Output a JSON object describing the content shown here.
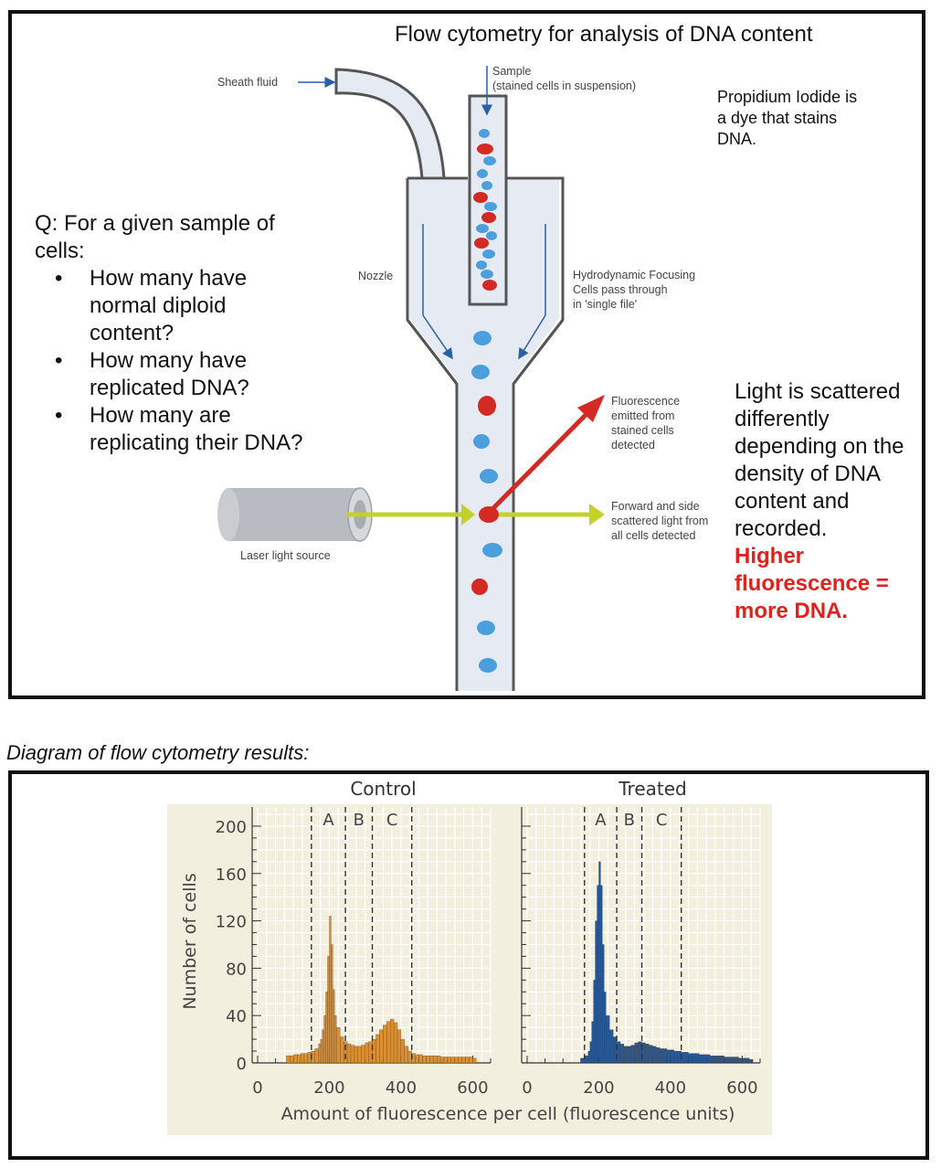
{
  "diagram": {
    "title": "Flow cytometry for analysis of DNA content",
    "labels": {
      "sheath_fluid": "Sheath fluid",
      "sample_line1": "Sample",
      "sample_line2": "(stained cells in suspension)",
      "nozzle": "Nozzle",
      "hydro_line1": "Hydrodynamic Focusing",
      "hydro_line2": "Cells pass through",
      "hydro_line3": "in 'single file'",
      "fluor_line1": "Fluorescence",
      "fluor_line2": "emitted from",
      "fluor_line3": "stained cells",
      "fluor_line4": "detected",
      "scatter_line1": "Forward and side",
      "scatter_line2": "scattered light from",
      "scatter_line3": "all cells detected",
      "laser": "Laser light source"
    },
    "question": {
      "lead_line1": "Q: For a given sample of",
      "lead_line2": "cells:",
      "items": [
        {
          "line1": "How many have",
          "line2": "normal diploid",
          "line3": "content?"
        },
        {
          "line1": "How many have",
          "line2": "replicated DNA?"
        },
        {
          "line1": "How many are",
          "line2": "replicating their DNA?"
        }
      ]
    },
    "note": {
      "line1": "Propidium Iodide is",
      "line2": "a dye that stains",
      "line3": "DNA."
    },
    "light_text": {
      "line1": "Light is scattered",
      "line2": "differently",
      "line3": "depending on the",
      "line4": "density of DNA",
      "line5": "content and",
      "line6": "recorded.",
      "red_line1": "Higher",
      "red_line2": "fluorescence =",
      "red_line3": "more DNA."
    },
    "colors": {
      "blue_cell": "#4a9fdc",
      "red_cell": "#d42a24",
      "tube_fill": "#e6ebf3",
      "tube_stroke": "#555555",
      "laser_beam": "#c3d12c",
      "fluorescence_arrow": "#d42a24",
      "laser_body": "#b8bcc2"
    }
  },
  "results_caption": "Diagram of flow cytometry results:",
  "chart_data": [
    {
      "type": "bar",
      "title": "Control",
      "xlabel": "Amount of fluorescence per cell (fluorescence units)",
      "ylabel": "Number of cells",
      "xlim": [
        0,
        650
      ],
      "ylim": [
        0,
        210
      ],
      "x_ticks": [
        0,
        200,
        400,
        600
      ],
      "y_ticks": [
        0,
        40,
        80,
        120,
        160,
        200
      ],
      "grid": true,
      "bar_color": "#d98a2b",
      "gate_lines": [
        150,
        245,
        320,
        430
      ],
      "regions": [
        "A",
        "B",
        "C"
      ],
      "x": [
        80,
        90,
        100,
        110,
        120,
        130,
        140,
        150,
        160,
        170,
        175,
        180,
        185,
        190,
        195,
        200,
        205,
        210,
        215,
        220,
        230,
        240,
        250,
        260,
        270,
        280,
        290,
        300,
        310,
        320,
        330,
        340,
        350,
        360,
        370,
        380,
        390,
        400,
        410,
        420,
        430,
        440,
        450,
        460,
        470,
        480,
        490,
        500,
        510,
        520,
        530,
        540,
        550,
        560,
        570,
        580,
        590,
        600
      ],
      "values": [
        6,
        6,
        7,
        7,
        8,
        8,
        9,
        10,
        12,
        16,
        20,
        28,
        40,
        60,
        90,
        124,
        100,
        62,
        40,
        30,
        22,
        18,
        16,
        15,
        14,
        14,
        15,
        17,
        18,
        20,
        24,
        28,
        32,
        35,
        37,
        34,
        28,
        20,
        14,
        10,
        8,
        7,
        7,
        6,
        6,
        6,
        6,
        6,
        5,
        5,
        5,
        5,
        5,
        5,
        5,
        5,
        5,
        4
      ]
    },
    {
      "type": "bar",
      "title": "Treated",
      "xlabel": "Amount of fluorescence per cell (fluorescence units)",
      "ylabel": "Number of cells",
      "xlim": [
        0,
        650
      ],
      "ylim": [
        0,
        210
      ],
      "x_ticks": [
        0,
        200,
        400,
        600
      ],
      "y_ticks": [
        0,
        40,
        80,
        120,
        160,
        200
      ],
      "grid": true,
      "bar_color": "#1d4f91",
      "gate_lines": [
        160,
        250,
        320,
        430
      ],
      "regions": [
        "A",
        "B",
        "C"
      ],
      "x": [
        150,
        160,
        170,
        175,
        180,
        185,
        190,
        195,
        200,
        205,
        210,
        215,
        220,
        230,
        240,
        250,
        260,
        270,
        280,
        290,
        300,
        310,
        320,
        330,
        340,
        350,
        360,
        370,
        380,
        390,
        400,
        410,
        420,
        430,
        440,
        450,
        460,
        470,
        480,
        490,
        500,
        510,
        520,
        530,
        540,
        550,
        560,
        570,
        580,
        590,
        600,
        610,
        620
      ],
      "values": [
        4,
        6,
        10,
        18,
        35,
        70,
        120,
        150,
        170,
        150,
        100,
        60,
        40,
        28,
        22,
        18,
        16,
        14,
        14,
        15,
        17,
        18,
        17,
        16,
        15,
        14,
        13,
        12,
        12,
        11,
        11,
        10,
        10,
        9,
        9,
        8,
        8,
        8,
        7,
        7,
        7,
        6,
        6,
        6,
        6,
        5,
        5,
        5,
        5,
        4,
        4,
        4,
        3
      ]
    }
  ]
}
